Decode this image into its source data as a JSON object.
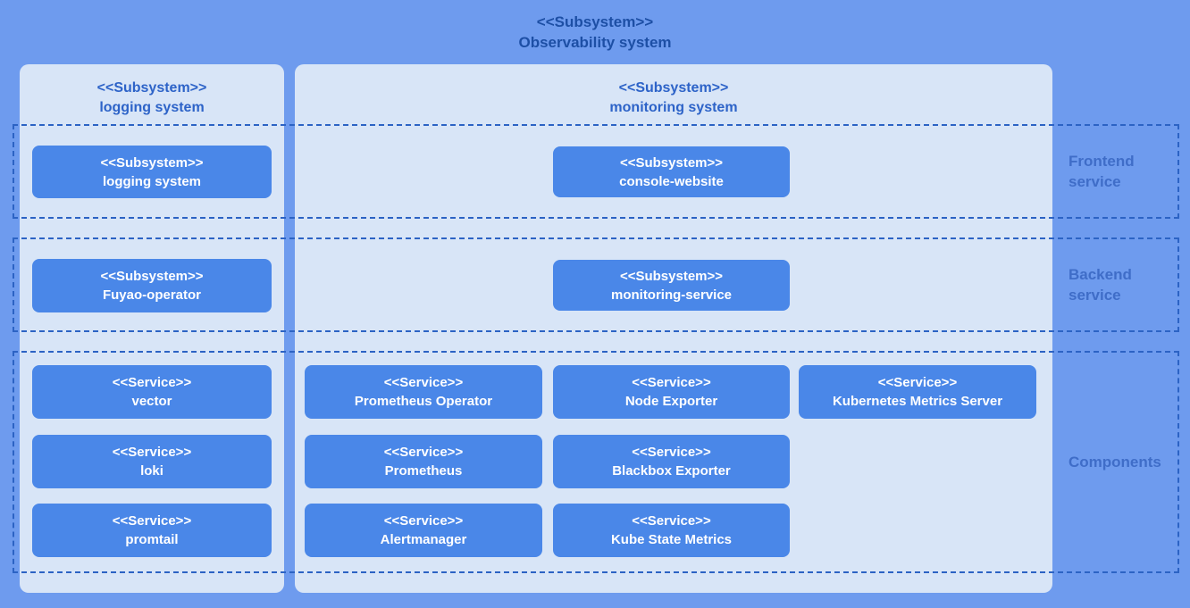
{
  "title": {
    "stereotype": "<<Subsystem>>",
    "name": "Observability system"
  },
  "panels": {
    "logging": {
      "stereotype": "<<Subsystem>>",
      "name": "logging system"
    },
    "monitoring": {
      "stereotype": "<<Subsystem>>",
      "name": "monitoring system"
    }
  },
  "layers": {
    "frontend": {
      "label": "Frontend service"
    },
    "backend": {
      "label": "Backend service"
    },
    "components": {
      "label": "Components"
    }
  },
  "boxes": [
    {
      "stereotype": "<<Subsystem>>",
      "name": "logging system"
    },
    {
      "stereotype": "<<Subsystem>>",
      "name": "console-website"
    },
    {
      "stereotype": "<<Subsystem>>",
      "name": "Fuyao-operator"
    },
    {
      "stereotype": "<<Subsystem>>",
      "name": "monitoring-service"
    },
    {
      "stereotype": "<<Service>>",
      "name": "vector"
    },
    {
      "stereotype": "<<Service>>",
      "name": "Prometheus Operator"
    },
    {
      "stereotype": "<<Service>>",
      "name": "Node Exporter"
    },
    {
      "stereotype": "<<Service>>",
      "name": "Kubernetes Metrics Server"
    },
    {
      "stereotype": "<<Service>>",
      "name": "loki"
    },
    {
      "stereotype": "<<Service>>",
      "name": "Prometheus"
    },
    {
      "stereotype": "<<Service>>",
      "name": "Blackbox Exporter"
    },
    {
      "stereotype": "<<Service>>",
      "name": "promtail"
    },
    {
      "stereotype": "<<Service>>",
      "name": "Alertmanager"
    },
    {
      "stereotype": "<<Service>>",
      "name": "Kube State Metrics"
    }
  ],
  "colors": {
    "background": "#6e9bee",
    "panel": "#d8e5f7",
    "node": "#4a87e8",
    "node_text": "#ffffff",
    "title_text": "#1d4fa5",
    "panel_header_text": "#2d63c8",
    "dashed_border": "#2c63c4",
    "layer_label_text": "#3f6dc8"
  }
}
